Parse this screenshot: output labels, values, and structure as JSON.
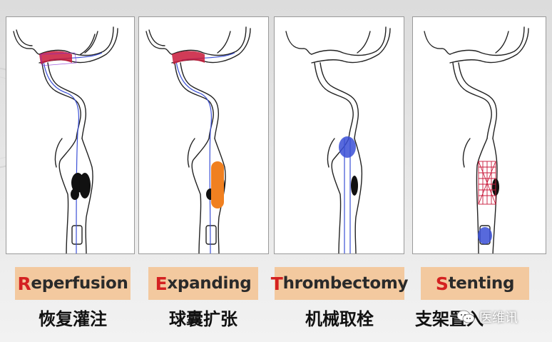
{
  "steps": [
    {
      "initial": "R",
      "rest": "eperfusion",
      "cn": "恢复灌注"
    },
    {
      "initial": "E",
      "rest": "xpanding",
      "cn": "球囊扩张"
    },
    {
      "initial": "T",
      "rest": "hrombectomy",
      "cn": "机械取栓"
    },
    {
      "initial": "S",
      "rest": "tenting",
      "cn": "支架置入"
    }
  ],
  "watermark": {
    "text": "医维讯",
    "icon": "wechat-icon"
  },
  "colors": {
    "initial": "#d42121",
    "label_bg": "#f3c99f",
    "vessel_line": "#222222",
    "flow_blue": "#3a4fd6",
    "reperfusion_red": "#c8193a",
    "balloon_orange": "#f08020",
    "clot_black": "#111111"
  }
}
